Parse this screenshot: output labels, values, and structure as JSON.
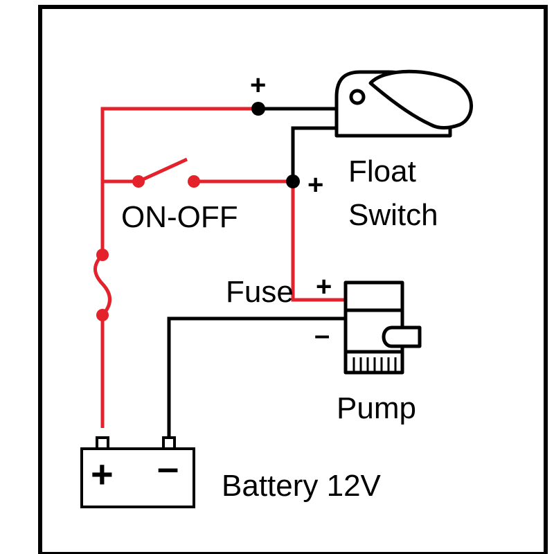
{
  "labels": {
    "float_switch_line1": "Float",
    "float_switch_line2": "Switch",
    "on_off": "ON-OFF",
    "fuse": "Fuse",
    "pump": "Pump",
    "battery": "Battery 12V"
  },
  "signs": {
    "switch_top_plus": "+",
    "junction_plus": "+",
    "pump_plus": "+",
    "pump_minus": "–",
    "battery_plus": "+",
    "battery_minus": "–"
  },
  "colors": {
    "positive_wire": "#e3222b",
    "negative_wire": "#000000",
    "frame": "#000000",
    "background": "#ffffff"
  }
}
